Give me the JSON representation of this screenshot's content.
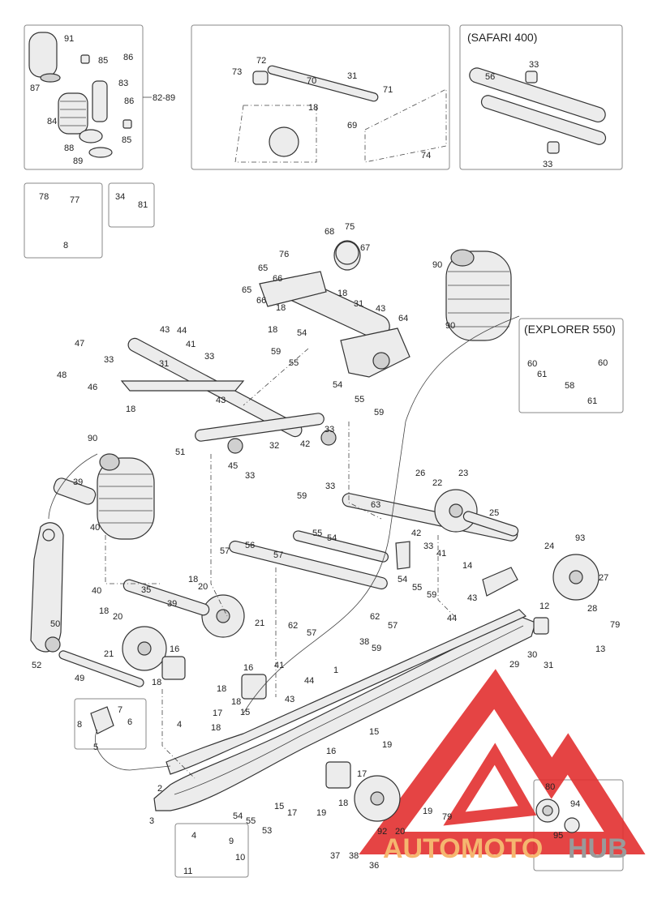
{
  "boxes": {
    "safari_title": "(SAFARI 400)",
    "explorer_title": "(EXPLORER 550)",
    "range_label": "82-89"
  },
  "watermark": {
    "part_a": "AUTO",
    "part_b": "MOTO",
    "part_c": "HUB",
    "color_a": "#f5b66f",
    "color_b": "#f5b66f",
    "color_c": "#9a9a9a",
    "logo_color": "#e23030"
  },
  "callouts": {
    "c1": "91",
    "c2": "85",
    "c3": "86",
    "c4": "87",
    "c5": "83",
    "c6": "84",
    "c7": "86",
    "c8": "85",
    "c9": "88",
    "c10": "89",
    "c11": "72",
    "c12": "73",
    "c13": "70",
    "c14": "31",
    "c15": "71",
    "c16": "18",
    "c17": "69",
    "c18": "74",
    "c19": "33",
    "c20": "56",
    "c21": "33",
    "c22": "78",
    "c23": "77",
    "c24": "8",
    "c25": "34",
    "c26": "81",
    "c27": "68",
    "c28": "75",
    "c29": "67",
    "c30": "76",
    "c31": "65",
    "c32": "66",
    "c33": "65",
    "c34": "66",
    "c35": "18",
    "c36": "18",
    "c37": "31",
    "c38": "43",
    "c39": "64",
    "c40": "18",
    "c41": "54",
    "c42": "59",
    "c43": "55",
    "c44": "54",
    "c45": "55",
    "c46": "59",
    "c47": "90",
    "c48": "90",
    "c49": "60",
    "c50": "61",
    "c51": "60",
    "c52": "58",
    "c53": "61",
    "c54": "43",
    "c55": "44",
    "c56": "41",
    "c57": "33",
    "c58": "47",
    "c59": "48",
    "c60": "46",
    "c61": "33",
    "c62": "31",
    "c63": "43",
    "c64": "18",
    "c65": "51",
    "c66": "32",
    "c67": "42",
    "c68": "33",
    "c69": "45",
    "c70": "33",
    "c71": "90",
    "c72": "39",
    "c73": "40",
    "c74": "26",
    "c75": "22",
    "c76": "23",
    "c77": "25",
    "c78": "59",
    "c79": "33",
    "c80": "63",
    "c81": "55",
    "c82": "54",
    "c83": "42",
    "c84": "33",
    "c85": "41",
    "c86": "54",
    "c87": "55",
    "c88": "59",
    "c89": "14",
    "c90": "24",
    "c91": "93",
    "c92": "27",
    "c93": "28",
    "c94": "79",
    "c95": "57",
    "c96": "56",
    "c97": "57",
    "c98": "62",
    "c99": "57",
    "c100": "62",
    "c101": "57",
    "c102": "43",
    "c103": "44",
    "c104": "12",
    "c105": "38",
    "c106": "59",
    "c107": "30",
    "c108": "13",
    "c109": "29",
    "c110": "31",
    "c111": "40",
    "c112": "35",
    "c113": "18",
    "c114": "20",
    "c115": "39",
    "c116": "21",
    "c117": "18",
    "c118": "20",
    "c119": "21",
    "c120": "16",
    "c121": "18",
    "c122": "50",
    "c123": "52",
    "c124": "49",
    "c125": "41",
    "c126": "44",
    "c127": "43",
    "c128": "1",
    "c129": "16",
    "c130": "18",
    "c131": "18",
    "c132": "15",
    "c133": "17",
    "c134": "18",
    "c135": "7",
    "c136": "8",
    "c137": "6",
    "c138": "5",
    "c139": "4",
    "c140": "15",
    "c141": "19",
    "c142": "16",
    "c143": "17",
    "c144": "2",
    "c145": "3",
    "c146": "54",
    "c147": "55",
    "c148": "53",
    "c149": "15",
    "c150": "17",
    "c151": "19",
    "c152": "18",
    "c153": "92",
    "c154": "20",
    "c155": "19",
    "c156": "79",
    "c157": "4",
    "c158": "9",
    "c159": "10",
    "c160": "11",
    "c161": "37",
    "c162": "38",
    "c163": "36",
    "c164": "80",
    "c165": "94",
    "c166": "95"
  }
}
